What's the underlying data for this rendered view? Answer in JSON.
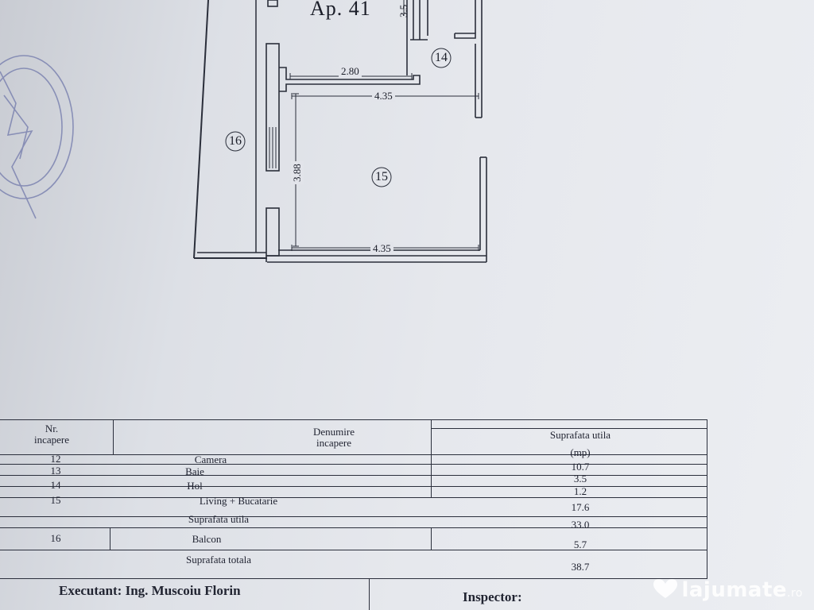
{
  "plan": {
    "apartment_label": "Ap. 41",
    "dimensions": {
      "top_dim": "3.5",
      "hall_width": "2.80",
      "living_width_top": "4.35",
      "living_height": "3.88",
      "living_width_bottom": "4.35"
    },
    "rooms": {
      "hol": "14",
      "living": "15",
      "balcon": "16"
    }
  },
  "table": {
    "headers": {
      "nr": [
        "Nr.",
        "incapere"
      ],
      "denumire": [
        "Denumire",
        "incapere"
      ],
      "suprafata": [
        "Suprafata utila",
        "(mp)"
      ]
    },
    "rows": [
      {
        "nr": "12",
        "name": "Camera",
        "area": "10.7"
      },
      {
        "nr": "13",
        "name": "Baie",
        "area": "3.5"
      },
      {
        "nr": "14",
        "name": "Hol",
        "area": "1.2"
      },
      {
        "nr": "15",
        "name": "Living + Bucatarie",
        "area": "17.6"
      }
    ],
    "subtotal": {
      "label": "Suprafata utila",
      "value": "33.0"
    },
    "balcony": {
      "nr": "16",
      "name": "Balcon",
      "area": "5.7"
    },
    "total": {
      "label": "Suprafata totala",
      "value": "38.7"
    }
  },
  "footer": {
    "executant": "Executant: Ing. Muscoiu Florin",
    "inspector": "Inspector:"
  },
  "watermark": {
    "brand": "lajumate",
    "tld": ".ro"
  }
}
